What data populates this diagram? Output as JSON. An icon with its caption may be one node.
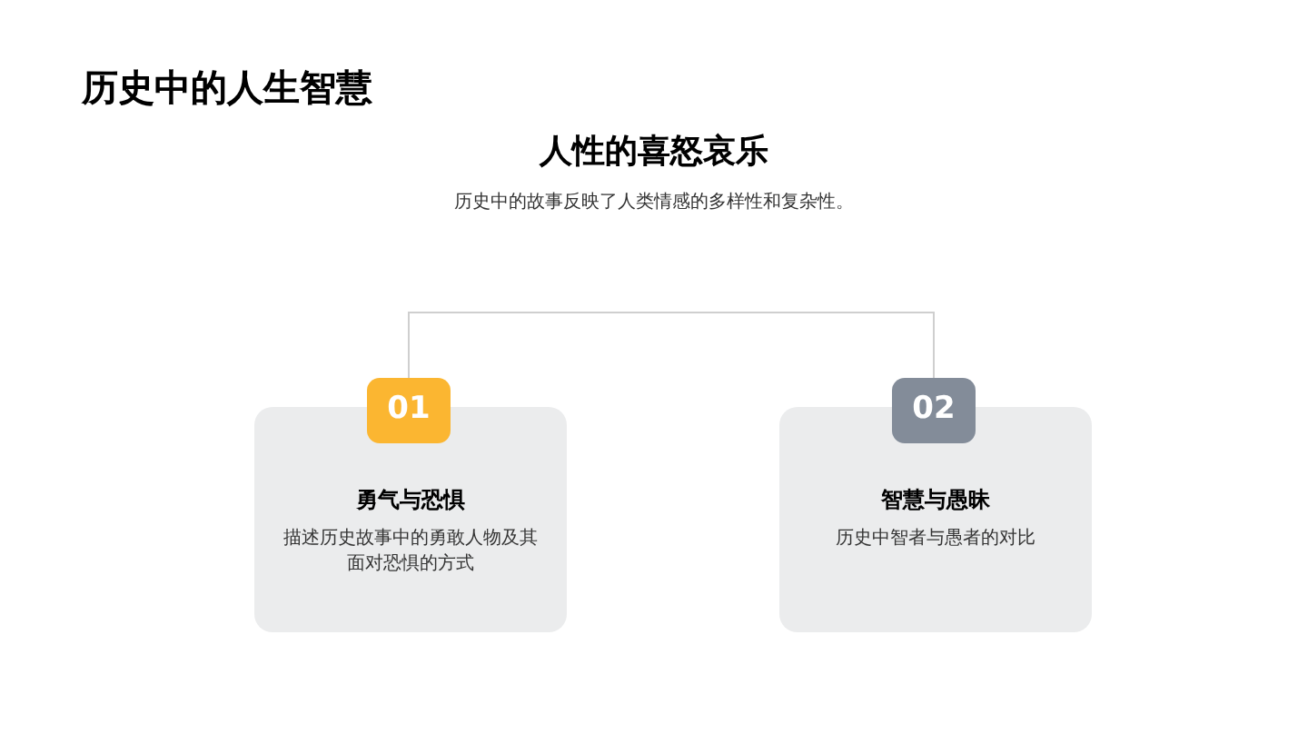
{
  "diagram": {
    "title": "历史中的人生智慧",
    "nodes": [
      {
        "text": [
          "01"
        ]
      },
      {
        "text": [
          "勇气与恐惧",
          "描述历史故事中的勇敢人物及其面对恐惧的方式"
        ]
      },
      {
        "text": [
          "02"
        ]
      },
      {
        "text": [
          "智慧与愚昧",
          "历史中智者与愚者的对比"
        ]
      }
    ],
    "edges": [
      {
        "from": 0,
        "to": 2,
        "arrow": "none"
      }
    ],
    "labels": [
      "人性的喜怒哀乐",
      "历史中的故事反映了人类情感的多样性和复杂性。"
    ]
  }
}
